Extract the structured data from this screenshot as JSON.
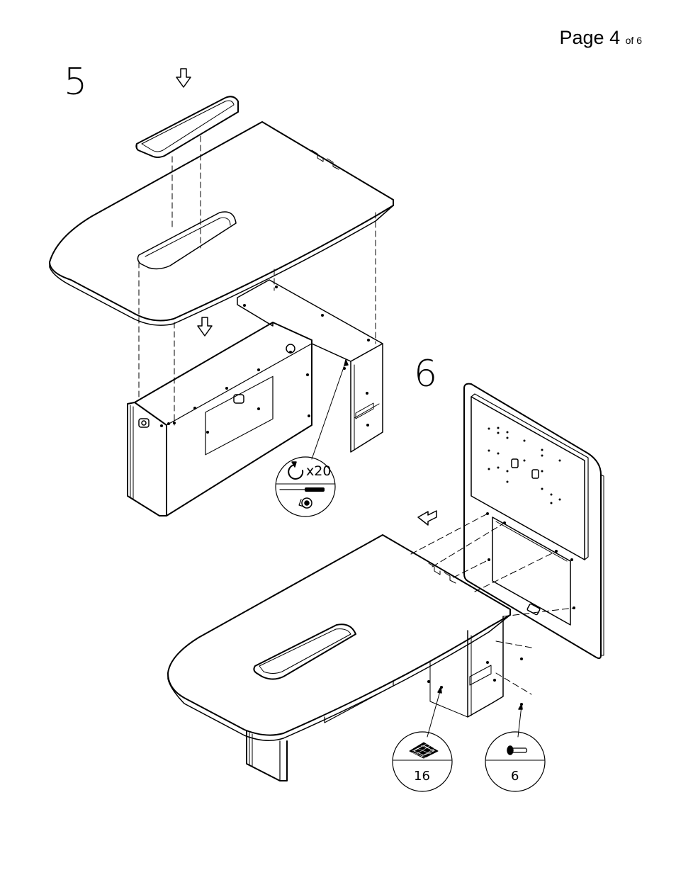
{
  "page": {
    "page_word": "Page",
    "number": "4",
    "of_label": "of 6"
  },
  "steps": {
    "step5": {
      "number": "5",
      "hardware": {
        "count": "x20"
      }
    },
    "step6": {
      "number": "6",
      "hardware_pad": {
        "count": "16"
      },
      "hardware_bolt": {
        "count": "6"
      }
    }
  },
  "icons": {
    "rotate": "rotate-arrow-icon",
    "screwdriver": "screwdriver-icon",
    "cam_lock": "cam-lock-icon",
    "pad": "felt-pad-icon",
    "bolt": "bolt-icon",
    "arrow": "hollow-arrow-icon"
  },
  "colors": {
    "line": "#000000",
    "background": "#ffffff",
    "shade": "#222222"
  }
}
